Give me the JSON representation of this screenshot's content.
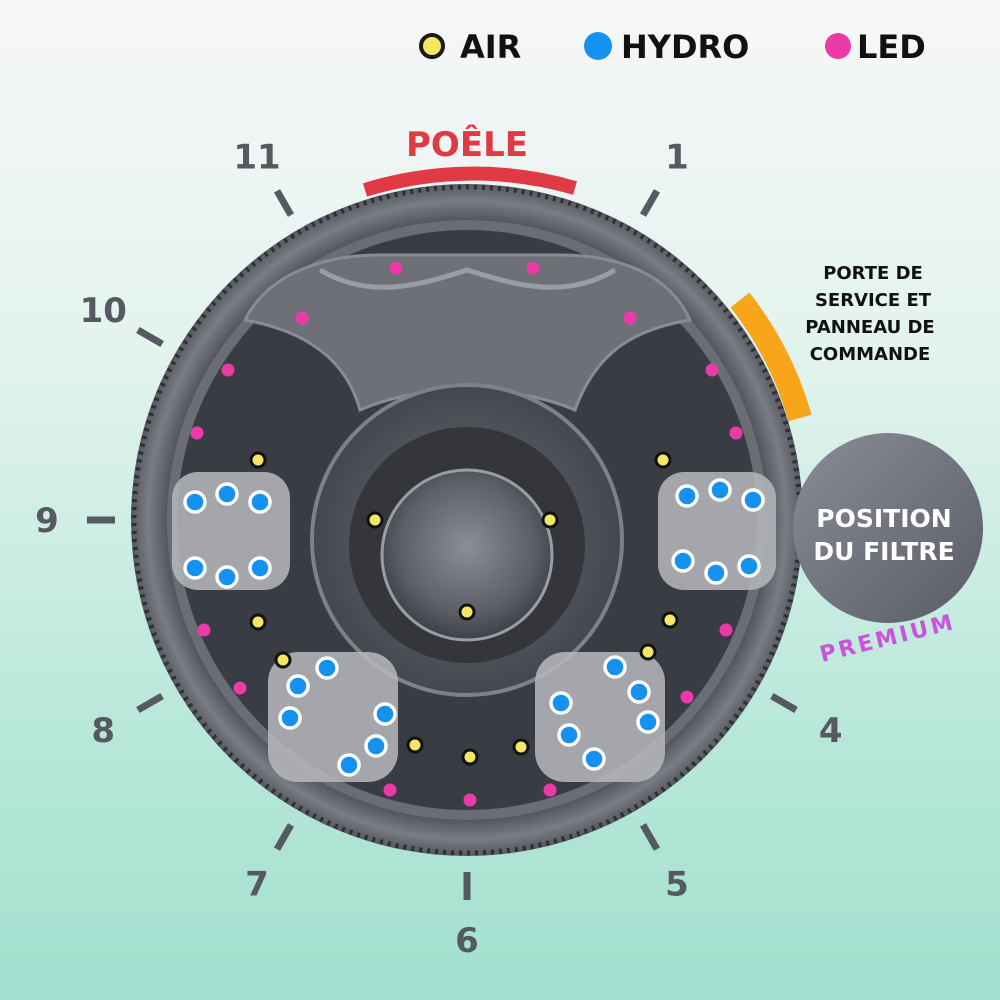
{
  "legend": [
    {
      "key": "air",
      "label": "AIR",
      "color": "#f5e663"
    },
    {
      "key": "hydro",
      "label": "HYDRO",
      "color": "#1592f0"
    },
    {
      "key": "led",
      "label": "LED",
      "color": "#ec3aa8"
    }
  ],
  "clock_positions": [
    {
      "number": "1",
      "hour": 1
    },
    {
      "number": "4",
      "hour": 4
    },
    {
      "number": "5",
      "hour": 5
    },
    {
      "number": "6",
      "hour": 6
    },
    {
      "number": "7",
      "hour": 7
    },
    {
      "number": "8",
      "hour": 8
    },
    {
      "number": "9",
      "hour": 9
    },
    {
      "number": "10",
      "hour": 10
    },
    {
      "number": "11",
      "hour": 11
    }
  ],
  "labels": {
    "stove": "POÊLE",
    "service_door": [
      "PORTE DE",
      "SERVICE ET",
      "PANNEAU DE",
      "COMMANDE"
    ],
    "filter_position": [
      "POSITION",
      "DU FILTRE"
    ],
    "premium": "PREMIUM"
  },
  "colors": {
    "stove_arc": "#e03a45",
    "service_arc": "#f8a619",
    "tub_shell": "#5e6168",
    "tub_interior": "#3a3c43",
    "filter_disc": "#7d8088",
    "premium_text": "#c953dc"
  }
}
